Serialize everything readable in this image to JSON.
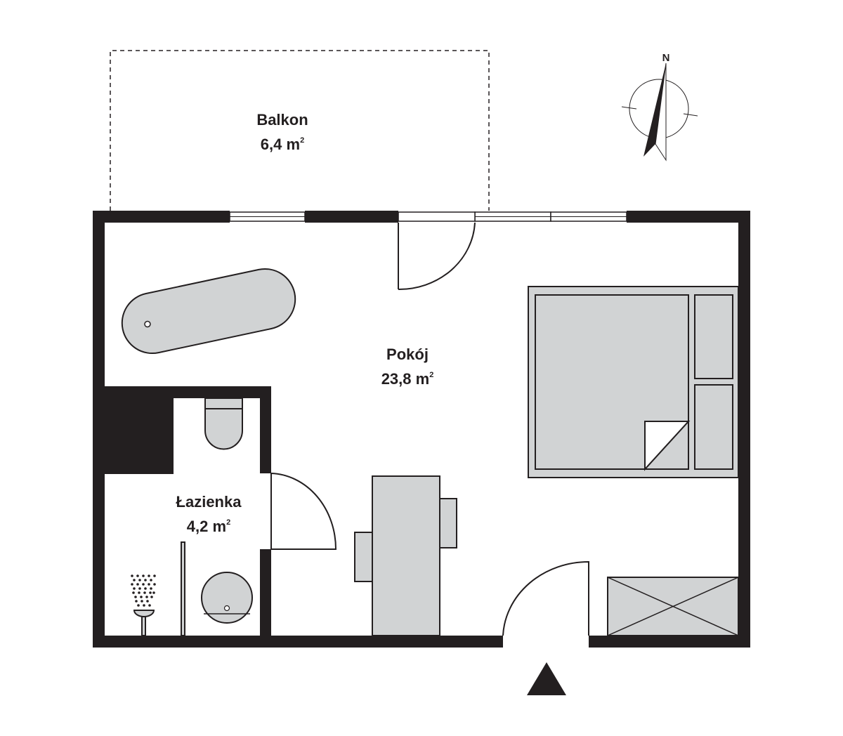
{
  "rooms": [
    {
      "name": "Balkon",
      "area": "6,4 m",
      "unit_sup": "2"
    },
    {
      "name": "Pokój",
      "area": "23,8 m",
      "unit_sup": "2"
    },
    {
      "name": "Łazienka",
      "area": "4,2 m",
      "unit_sup": "2"
    }
  ],
  "compass": {
    "label": "N"
  },
  "colors": {
    "wall": "#231f20",
    "furniture": "#d1d3d4",
    "background": "#ffffff"
  }
}
